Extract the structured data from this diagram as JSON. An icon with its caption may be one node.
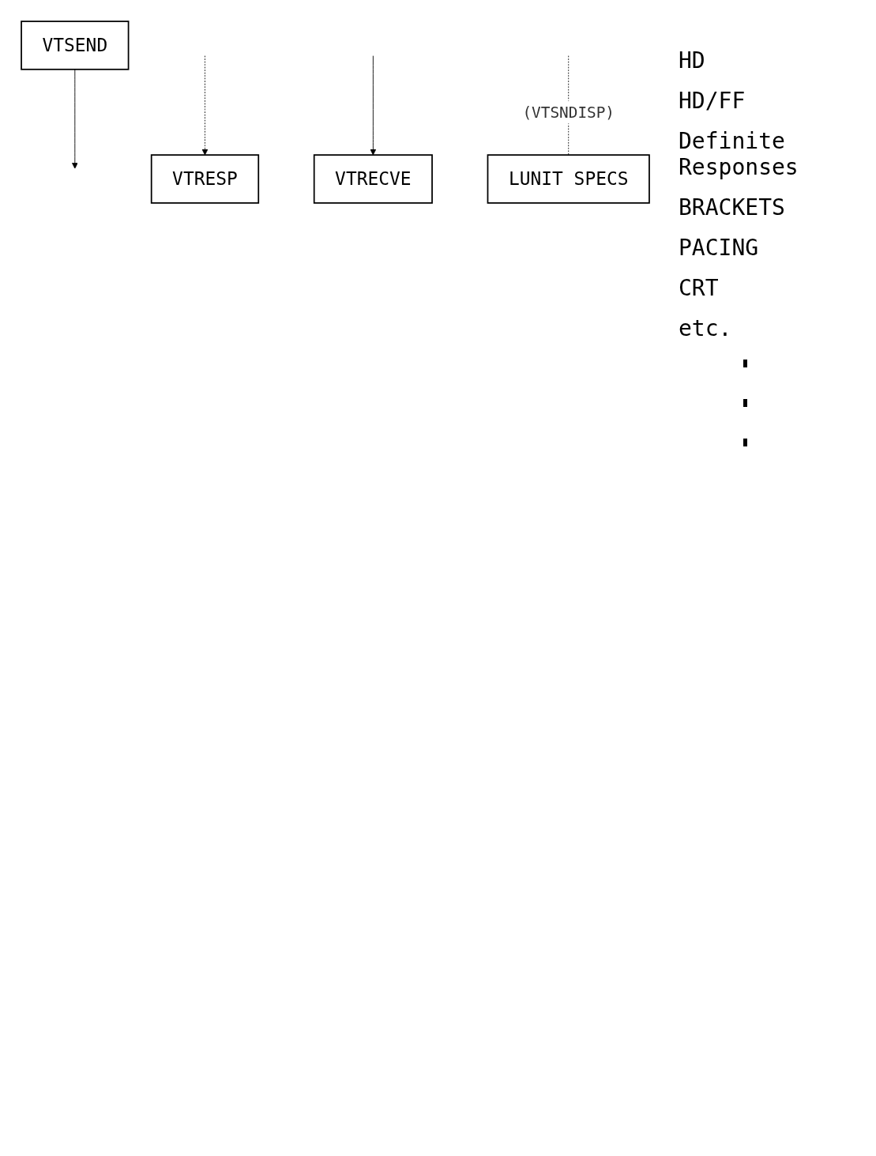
{
  "diagram": {
    "nodes": [
      {
        "text": [
          "VTRESP"
        ]
      },
      {
        "text": [
          "VTRECVE"
        ]
      },
      {
        "text": [
          "VTSEND"
        ]
      },
      {
        "text": [
          "LUNIT SPECS"
        ]
      }
    ],
    "edges": [
      {
        "from": null,
        "to": 0,
        "arrow": "to",
        "style": "dashed"
      },
      {
        "from": null,
        "to": 1,
        "arrow": "to"
      },
      {
        "from": 2,
        "to": null,
        "arrow": "to"
      },
      {
        "from": null,
        "to": 3,
        "arrow": "none",
        "style": "dashed",
        "label": "(VTSNDISP)"
      }
    ],
    "labels": [
      "HD",
      "HD/FF",
      "Definite Responses",
      "BRACKETS",
      "PACING",
      "CRT",
      "etc."
    ]
  }
}
